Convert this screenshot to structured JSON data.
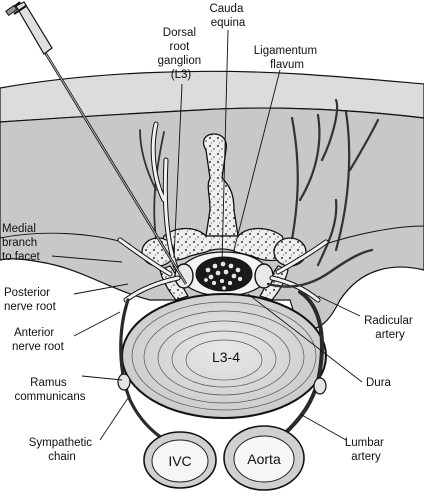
{
  "labels": {
    "dorsal_root_ganglion": [
      "Dorsal",
      "root",
      "ganglion",
      "(L3)"
    ],
    "cauda_equina": [
      "Cauda",
      "equina"
    ],
    "ligamentum_flavum": [
      "Ligamentum",
      "flavum"
    ],
    "medial_branch": [
      "Medial",
      "branch",
      "to facet"
    ],
    "posterior_nerve_root": [
      "Posterior",
      "nerve root"
    ],
    "anterior_nerve_root": [
      "Anterior",
      "nerve root"
    ],
    "ramus_communicans": [
      "Ramus",
      "communicans"
    ],
    "sympathetic_chain": [
      "Sympathetic",
      "chain"
    ],
    "radicular_artery": [
      "Radicular",
      "artery"
    ],
    "dura": [
      "Dura"
    ],
    "lumbar_artery": [
      "Lumbar",
      "artery"
    ],
    "disc": "L3-4",
    "ivc": "IVC",
    "aorta": "Aorta"
  },
  "colors": {
    "outline": "#111111",
    "skin": "#d8d8d8",
    "muscle": "#c4c4c4",
    "disc": "#d6d6d6",
    "bone": "#eeeeee",
    "vessel": "#3a3a3a"
  }
}
